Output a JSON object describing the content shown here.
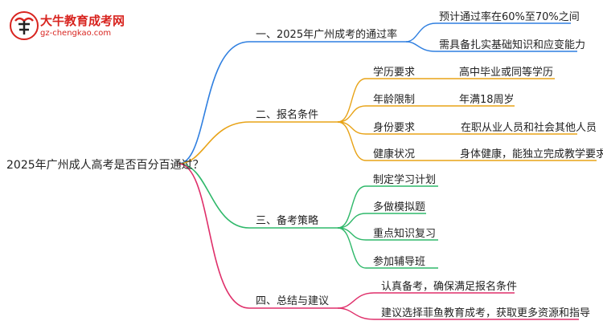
{
  "logo": {
    "title": "大牛教育成考网",
    "url": "gz-chengkao.com"
  },
  "root": "2025年广州成人高考是否百分百通过？",
  "colors": {
    "branch1": "#2f7fe0",
    "branch2": "#e8a317",
    "branch3": "#2fb86a",
    "branch4": "#df2f6a",
    "logo": "#d8241f"
  },
  "branches": [
    {
      "label": "一、2025年广州成考的通过率",
      "leaves": [
        "预计通过率在60%至70%之间",
        "需具备扎实基础知识和应变能力"
      ]
    },
    {
      "label": "二、报名条件",
      "items": [
        {
          "label": "学历要求",
          "value": "高中毕业或同等学历"
        },
        {
          "label": "年龄限制",
          "value": "年满18周岁"
        },
        {
          "label": "身份要求",
          "value": "在职从业人员和社会其他人员"
        },
        {
          "label": "健康状况",
          "value": "身体健康，能独立完成教学要求"
        }
      ]
    },
    {
      "label": "三、备考策略",
      "leaves": [
        "制定学习计划",
        "多做模拟题",
        "重点知识复习",
        "参加辅导班"
      ]
    },
    {
      "label": "四、总结与建议",
      "leaves": [
        "认真备考，确保满足报名条件",
        "建议选择菲鱼教育成考，获取更多资源和指导"
      ]
    }
  ]
}
